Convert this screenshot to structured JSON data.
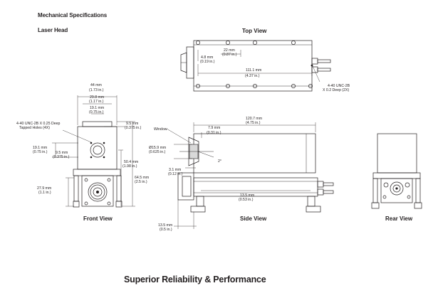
{
  "header": {
    "title": "Mechanical Specifications",
    "subtitle": "Laser Head"
  },
  "views": {
    "top": "Top View",
    "front": "Front View",
    "side": "Side View",
    "rear": "Rear View"
  },
  "top_view": {
    "dim_22": [
      "22 mm",
      "(0.87 in.)"
    ],
    "dim_48": [
      "4.8 mm",
      "(0.19 in.)"
    ],
    "dim_111": [
      "111.1 mm",
      "(4.37 in.)"
    ],
    "note_440": [
      "4-40 UNC-2B",
      "X 0.2 Deep (2X)"
    ]
  },
  "front_view": {
    "dim_44": [
      "44 mm",
      "(1.73 in.)"
    ],
    "dim_298": [
      "29.8 mm",
      "(1.17 in.)"
    ],
    "dim_191_top": [
      "19.1 mm",
      "(0.75 in.)"
    ],
    "note_tapped": [
      "4-40 UNC-2B X 0.25 Deep",
      "Tapped Holes (4X)"
    ],
    "dim_95_right": [
      "9.5 mm",
      "(0.375 in.)"
    ],
    "dim_191_left": [
      "19.1 mm",
      "(0.75 in.)"
    ],
    "dim_95_left": [
      "9.5 mm",
      "(0.375 in.)"
    ],
    "dim_504": [
      "50.4 mm",
      "(1.98 in.)"
    ],
    "dim_645": [
      "64.5 mm",
      "(2.5 in.)"
    ],
    "dim_279": [
      "27.9 mm",
      "(1.1 in.)"
    ]
  },
  "side_view": {
    "dim_1207": [
      "120.7 mm",
      "(4.75 in.)"
    ],
    "window": "Window",
    "dim_79": [
      "7.9 mm",
      "(0.31 in.)"
    ],
    "dim_159": [
      "Ø15.9 mm",
      "(0.625 in.)"
    ],
    "angle": "2°",
    "dim_31": [
      "3.1 mm",
      "(0.12 in.)"
    ],
    "dim_135_inner": [
      "13.5 mm",
      "(0.53 in.)"
    ],
    "dim_135_bottom": [
      "13.5 mm",
      "(0.5 in.)"
    ]
  },
  "footer": {
    "tagline": "Superior Reliability & Performance"
  }
}
